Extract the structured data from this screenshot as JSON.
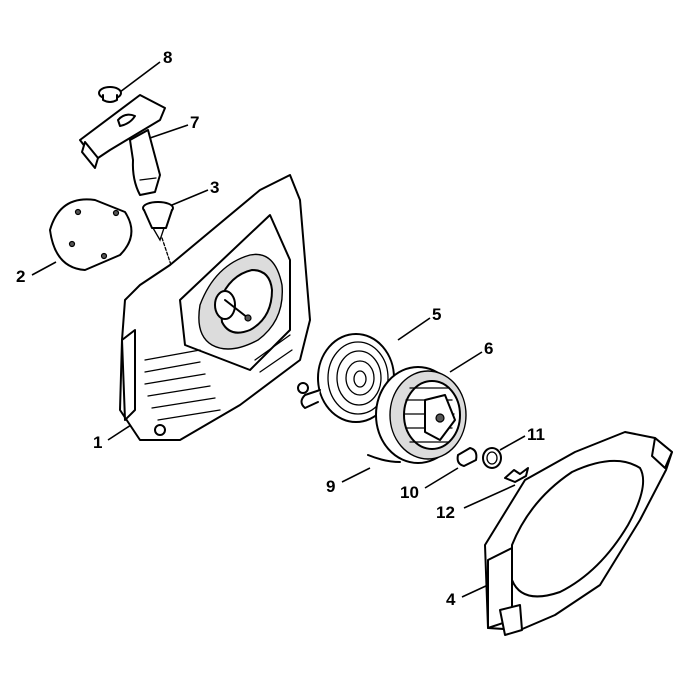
{
  "callouts": {
    "c1": "1",
    "c2": "2",
    "c3": "3",
    "c4": "4",
    "c5": "5",
    "c6": "6",
    "c7": "7",
    "c8": "8",
    "c9": "9",
    "c10": "10",
    "c11": "11",
    "c12": "12"
  },
  "colors": {
    "line": "#000000",
    "fill": "#ffffff",
    "shade": "#dcdcdc"
  }
}
